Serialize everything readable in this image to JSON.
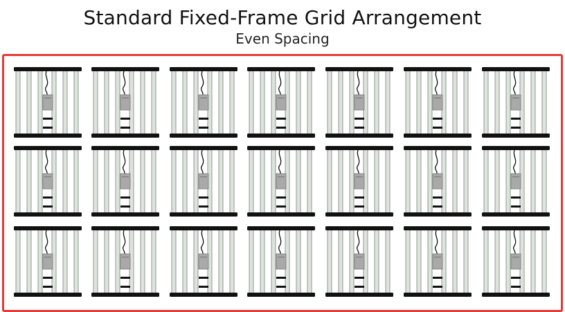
{
  "title": "Standard Fixed-Frame Grid Arrangement",
  "subtitle": "Even Spacing",
  "grid": {
    "rows": 3,
    "columns": 7,
    "item_icon": "led-grow-light-fixture-icon",
    "spacing": "even"
  },
  "colors": {
    "outline": "#e53935",
    "bar_fill": "#dfe3df",
    "bar_stroke": "#8e9a8e",
    "rail": "#111111",
    "driver": "#a9a9a9"
  }
}
